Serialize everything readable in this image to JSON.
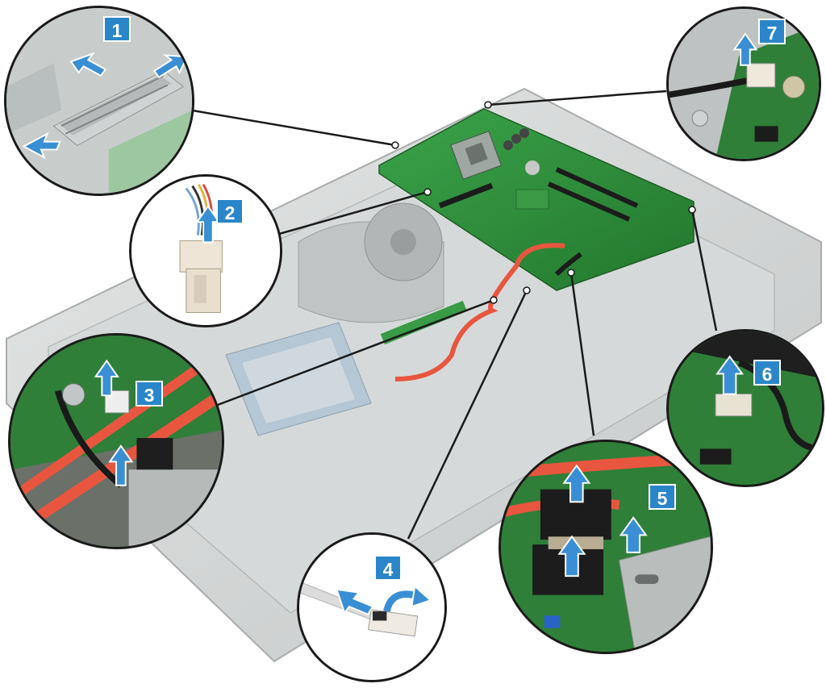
{
  "steps": [
    {
      "id": "1",
      "label": "1",
      "detail": "ribbon-connector-latch"
    },
    {
      "id": "2",
      "label": "2",
      "detail": "power-cable-connector"
    },
    {
      "id": "3",
      "label": "3",
      "detail": "sata-and-speaker-cables"
    },
    {
      "id": "4",
      "label": "4",
      "detail": "flat-cable-latch"
    },
    {
      "id": "5",
      "label": "5",
      "detail": "sata-cable-connectors"
    },
    {
      "id": "6",
      "label": "6",
      "detail": "small-cable-connector"
    },
    {
      "id": "7",
      "label": "7",
      "detail": "fan-cable-connector"
    }
  ],
  "colors": {
    "badge": "#2a86c9",
    "arrow": "#3a8fd4",
    "board": "#2e8b3a",
    "chassis": "#c9cccc",
    "sata_cable": "#e8563f",
    "leader": "#1a1a1a"
  },
  "icons": [
    "arrow-up-icon",
    "arrow-curved-icon",
    "arrow-diagonal-icon"
  ]
}
